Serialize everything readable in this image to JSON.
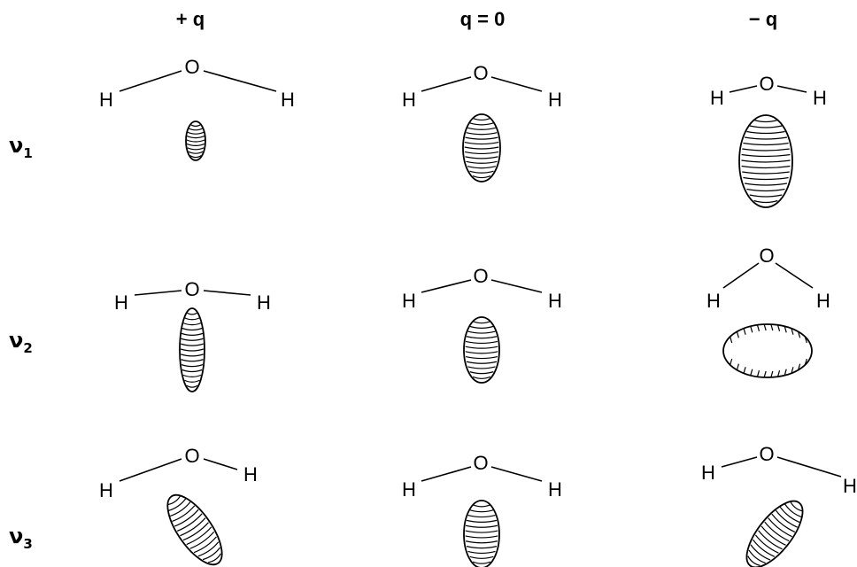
{
  "columns": [
    {
      "id": "plus-q",
      "label": "+ q"
    },
    {
      "id": "q-zero",
      "label": "q = 0"
    },
    {
      "id": "minus-q",
      "label": "− q"
    }
  ],
  "modes": [
    {
      "id": "v1",
      "symbol": "ν",
      "sub": "1"
    },
    {
      "id": "v2",
      "symbol": "ν",
      "sub": "2"
    },
    {
      "id": "v3",
      "symbol": "ν",
      "sub": "3"
    }
  ],
  "atoms": {
    "oxygen": "O",
    "hydrogen": "H"
  }
}
